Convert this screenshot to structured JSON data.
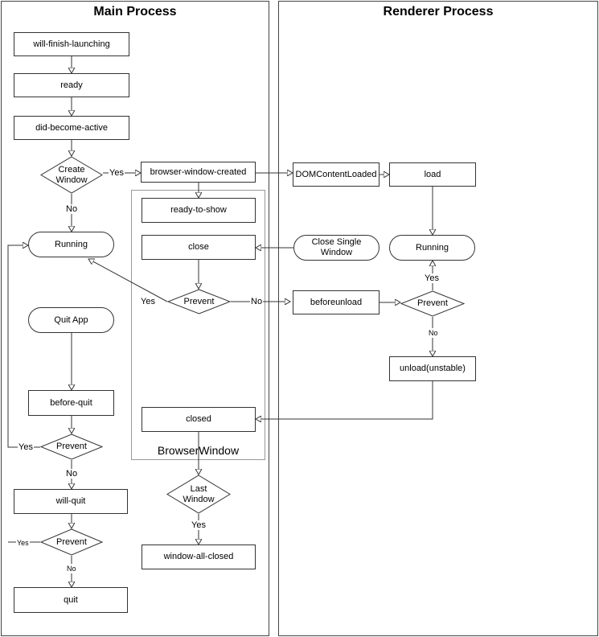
{
  "lanes": {
    "main": "Main Process",
    "renderer": "Renderer Process"
  },
  "group": {
    "title": "BrowserWindow"
  },
  "nodes": {
    "will_finish_launching": "will-finish-launching",
    "ready": "ready",
    "did_become_active": "did-become-active",
    "create_window": "Create\nWindow",
    "running_main": "Running",
    "browser_window_created": "browser-window-created",
    "ready_to_show": "ready-to-show",
    "close": "close",
    "prevent_close": "Prevent",
    "dom_content_loaded": "DOMContentLoaded",
    "load": "load",
    "close_single_window": "Close Single\nWindow",
    "running_renderer": "Running",
    "beforeunload": "beforeunload",
    "prevent_renderer": "Prevent",
    "unload": "unload(unstable)",
    "quit_app": "Quit App",
    "before_quit": "before-quit",
    "prevent_quit": "Prevent",
    "will_quit": "will-quit",
    "prevent_will_quit": "Prevent",
    "quit": "quit",
    "closed": "closed",
    "last_window": "Last\nWindow",
    "window_all_closed": "window-all-closed"
  },
  "edge_labels": {
    "create_yes": "Yes",
    "create_no": "No",
    "prevent_close_yes": "Yes",
    "prevent_close_no": "No",
    "renderer_yes": "Yes",
    "renderer_no": "No",
    "before_quit_yes": "Yes",
    "before_quit_no": "No",
    "will_quit_yes": "Yes",
    "will_quit_no": "No",
    "last_window_yes": "Yes"
  }
}
